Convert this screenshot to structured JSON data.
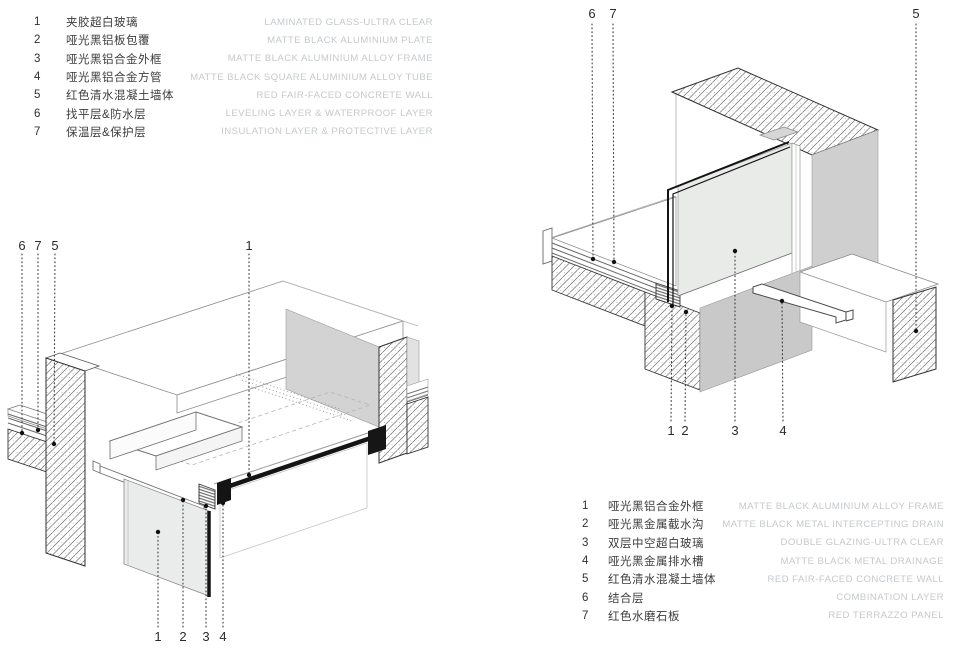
{
  "colors": {
    "background": "#ffffff",
    "outline_dark": "#2f2f2f",
    "outline_light": "#9a9a9a",
    "glass_fill": "#e9ebe9",
    "wall_gray": "#cfcfcf",
    "wall_gray_dark": "#c9c9c9",
    "black_frame": "#141414",
    "legend_chinese": "#3d3d3d",
    "legend_english": "#c5c9cc"
  },
  "legend_left": {
    "items": [
      {
        "num": "1",
        "zh": "夹胶超白玻璃",
        "en": "LAMINATED GLASS-ULTRA CLEAR"
      },
      {
        "num": "2",
        "zh": "哑光黑铝板包覆",
        "en": "MATTE BLACK ALUMINIUM PLATE"
      },
      {
        "num": "3",
        "zh": "哑光黑铝合金外框",
        "en": "MATTE BLACK ALUMINIUM ALLOY FRAME"
      },
      {
        "num": "4",
        "zh": "哑光黑铝合金方管",
        "en": "MATTE BLACK SQUARE ALUMINIUM ALLOY TUBE"
      },
      {
        "num": "5",
        "zh": "红色清水混凝土墙体",
        "en": "RED FAIR-FACED CONCRETE WALL"
      },
      {
        "num": "6",
        "zh": "找平层&防水层",
        "en": "LEVELING LAYER & WATERPROOF LAYER"
      },
      {
        "num": "7",
        "zh": "保温层&保护层",
        "en": "INSULATION LAYER & PROTECTIVE LAYER"
      }
    ]
  },
  "legend_right": {
    "items": [
      {
        "num": "1",
        "zh": "哑光黑铝合金外框",
        "en": "MATTE BLACK ALUMINIUM ALLOY FRAME"
      },
      {
        "num": "2",
        "zh": "哑光黑金属截水沟",
        "en": "MATTE BLACK METAL INTERCEPTING DRAIN"
      },
      {
        "num": "3",
        "zh": "双层中空超白玻璃",
        "en": "DOUBLE GLAZING-ULTRA CLEAR"
      },
      {
        "num": "4",
        "zh": "哑光黑金属排水槽",
        "en": "MATTE BLACK METAL DRAINAGE"
      },
      {
        "num": "5",
        "zh": "红色清水混凝土墙体",
        "en": "RED FAIR-FACED CONCRETE WALL"
      },
      {
        "num": "6",
        "zh": "结合层",
        "en": "COMBINATION LAYER"
      },
      {
        "num": "7",
        "zh": "红色水磨石板",
        "en": "RED TERRAZZO PANEL"
      }
    ]
  },
  "fig_left": {
    "callouts_top": [
      "6",
      "7",
      "5",
      "1"
    ],
    "callouts_bottom": [
      "1",
      "2",
      "3",
      "4"
    ]
  },
  "fig_right": {
    "callouts_top": [
      "6",
      "7",
      "5"
    ],
    "callouts_bottom": [
      "1",
      "2",
      "3",
      "4"
    ]
  }
}
